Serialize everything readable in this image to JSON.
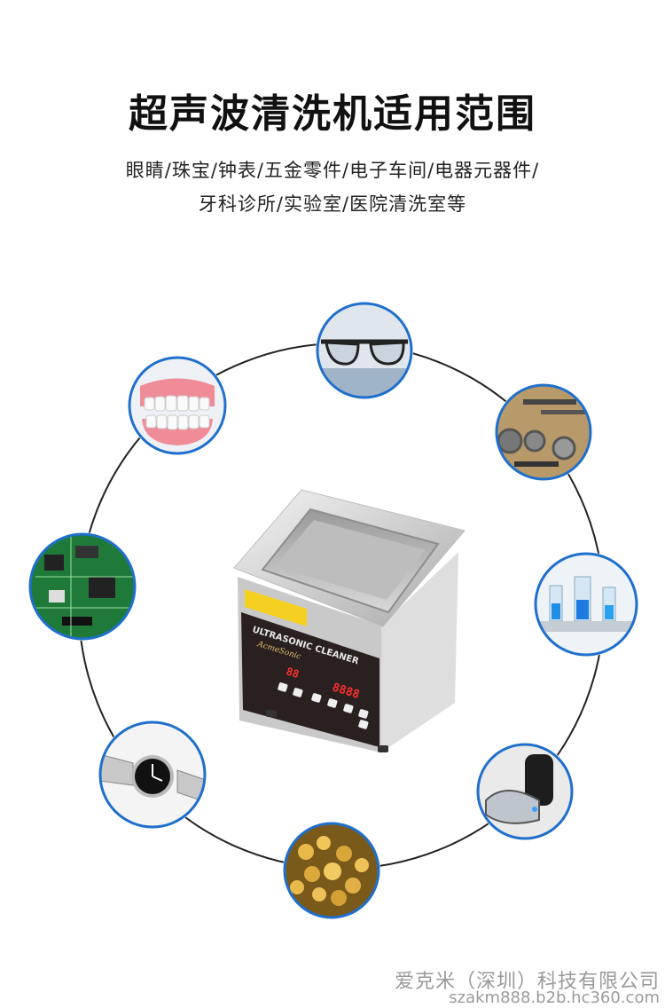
{
  "title": "超声波清洗机适用范围",
  "subtitle_line1": "眼睛/珠宝/钟表/五金零件/电子车间/电器元器件/",
  "subtitle_line2": "牙科诊所/实验室/医院清洗室等",
  "device": {
    "brand_line": "ULTRASONIC CLEANER",
    "model_line": "AcmeSonic",
    "display_left": "88",
    "display_right": "8888"
  },
  "applications": [
    {
      "name": "glasses",
      "icon": "glasses-icon"
    },
    {
      "name": "hardware-tools",
      "icon": "tools-icon"
    },
    {
      "name": "lab-glassware",
      "icon": "flask-icon"
    },
    {
      "name": "razor",
      "icon": "razor-icon"
    },
    {
      "name": "jewelry",
      "icon": "gold-icon"
    },
    {
      "name": "watch",
      "icon": "watch-icon"
    },
    {
      "name": "circuit-board",
      "icon": "pcb-icon"
    },
    {
      "name": "dentures",
      "icon": "teeth-icon"
    }
  ],
  "colors": {
    "ring_border": "#1f6fcc",
    "orbit": "#222222",
    "panel": "#2a2020",
    "display_red": "#ff3030"
  },
  "footer": {
    "company": "爱克米（深圳）科技有限公司",
    "url": "szakm888.b2b.hc360.com"
  }
}
